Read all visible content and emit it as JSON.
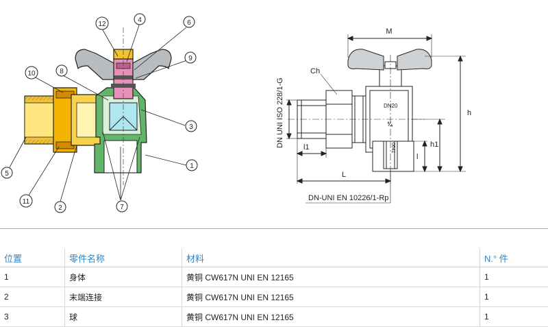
{
  "section_view": {
    "callouts": [
      "12",
      "4",
      "6",
      "10",
      "8",
      "9",
      "3",
      "5",
      "2",
      "1",
      "11",
      "7"
    ]
  },
  "dimension_drawing": {
    "labels": {
      "m": "M",
      "ch": "Ch",
      "h": "h",
      "h1": "h1",
      "l_small": "l",
      "l1": "l1",
      "L": "L",
      "dn_marking": "DN20",
      "size_marking": "¾",
      "code_marking": "0641",
      "vertical_standard": "DN UNI ISO 228/1-G",
      "bottom_standard": "DN-UNI EN 10226/1-Rp"
    }
  },
  "parts_table": {
    "headers": [
      "位置",
      "零件名称",
      "材料",
      "N.° 件"
    ],
    "rows": [
      {
        "pos": "1",
        "name": "身体",
        "material": "黄铜 CW617N UNI EN 12165",
        "qty": "1"
      },
      {
        "pos": "2",
        "name": "末端连接",
        "material": "黄铜 CW617N UNI EN 12165",
        "qty": "1"
      },
      {
        "pos": "3",
        "name": "球",
        "material": "黄铜 CW617N UNI EN 12165",
        "qty": "1"
      }
    ]
  },
  "colors": {
    "header_text": "#2e84c6",
    "brass": "#f2b400",
    "brass_light": "#ffe680",
    "green_body": "#63b56a",
    "gray_handle": "#b9bcbf",
    "pink_stem": "#e890b8",
    "ball_blue": "#aee6f2",
    "divider": "#7fb7d6"
  }
}
